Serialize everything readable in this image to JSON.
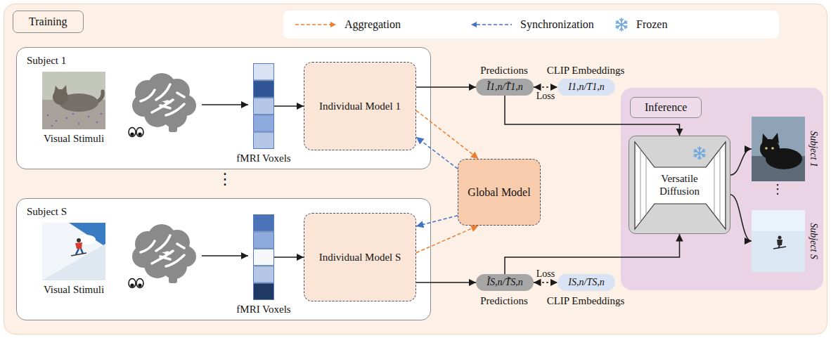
{
  "diagram": {
    "nodes": [
      {
        "text": [
          "Training"
        ]
      },
      {
        "text": [
          "Subject 1"
        ],
        "in": 0
      },
      {
        "text": [
          "Visual Stimuli"
        ],
        "in": 1
      },
      {
        "text": [
          "fMRI Voxels"
        ],
        "in": 1
      },
      {
        "text": [
          "Individual Model 1"
        ],
        "in": 1
      },
      {
        "text": [
          "Subject S"
        ],
        "in": 0
      },
      {
        "text": [
          "Visual Stimuli"
        ],
        "in": 5
      },
      {
        "text": [
          "fMRI Voxels"
        ],
        "in": 5
      },
      {
        "text": [
          "Individual Model S"
        ],
        "in": 5
      },
      {
        "text": [
          "Ĩ1,n/T̃1,n"
        ],
        "in": 0
      },
      {
        "text": [
          "I1,n/T1,n"
        ],
        "in": 0
      },
      {
        "text": [
          "Global Model"
        ],
        "in": 0
      },
      {
        "text": [
          "Inference"
        ],
        "in": 0
      },
      {
        "text": [
          "Versatile Diffusion"
        ],
        "in": 12
      },
      {
        "text": [
          "Subject 1"
        ],
        "in": 12
      },
      {
        "text": [
          "Subject S"
        ],
        "in": 12
      },
      {
        "text": [
          "ĨS,n/T̃S,n"
        ],
        "in": 0
      },
      {
        "text": [
          "IS,n/TS,n"
        ],
        "in": 0
      }
    ],
    "edges": [
      {
        "from": 3,
        "to": 4,
        "arrow": "to"
      },
      {
        "from": 4,
        "to": 9,
        "arrow": "to"
      },
      {
        "from": 9,
        "to": 10,
        "arrow": "both",
        "label": "Loss"
      },
      {
        "from": 4,
        "to": 11,
        "arrow": "to"
      },
      {
        "from": 11,
        "to": 4,
        "arrow": "to"
      },
      {
        "from": 9,
        "to": 13,
        "arrow": "to"
      },
      {
        "from": 7,
        "to": 8,
        "arrow": "to"
      },
      {
        "from": 8,
        "to": 16,
        "arrow": "to"
      },
      {
        "from": 16,
        "to": 17,
        "arrow": "both",
        "label": "Loss"
      },
      {
        "from": 8,
        "to": 11,
        "arrow": "to"
      },
      {
        "from": 11,
        "to": 8,
        "arrow": "to"
      },
      {
        "from": 16,
        "to": 13,
        "arrow": "to"
      },
      {
        "from": 13,
        "to": 14,
        "arrow": "to"
      },
      {
        "from": 13,
        "to": 15,
        "arrow": "to"
      }
    ],
    "labels": [
      "Predictions",
      "CLIP Embeddings",
      "⋮",
      "⋮",
      "Predictions",
      "CLIP Embeddings"
    ],
    "legend": [
      {
        "text": "Aggregation"
      },
      {
        "text": "Synchronization"
      },
      {
        "text": "Frozen"
      }
    ]
  }
}
